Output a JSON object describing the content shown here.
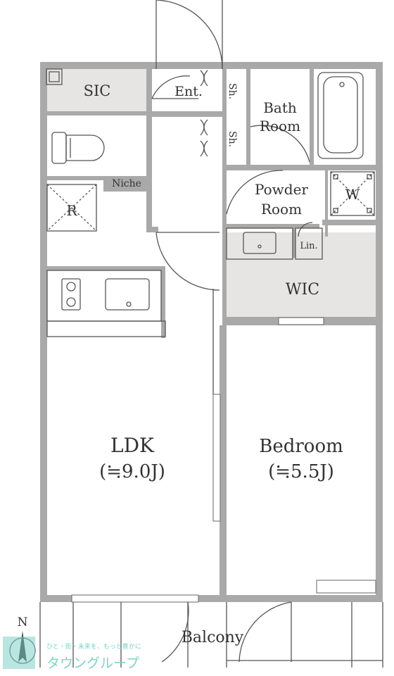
{
  "rooms": {
    "sic": "SIC",
    "ent": "Ent.",
    "sh1": "Sh.",
    "sh2": "Sh.",
    "bath_1": "Bath",
    "bath_2": "Room",
    "niche": "Niche",
    "r": "R",
    "powder_1": "Powder",
    "powder_2": "Room",
    "w": "W",
    "lin": "Lin.",
    "wic": "WIC",
    "ldk": "LDK",
    "ldk_size": "(≒9.0J)",
    "bedroom": "Bedroom",
    "bedroom_size": "(≒5.5J)",
    "balcony": "Balcony"
  },
  "compass": {
    "north": "N"
  },
  "watermark": {
    "tagline": "ひと・街・未来を、もっと豊かに",
    "brand": "タウングループ"
  },
  "colors": {
    "wall": "#a9a9a9",
    "line": "#555555",
    "storage_fill": "#e6e5e3",
    "watermark": "#7fd2c6"
  }
}
